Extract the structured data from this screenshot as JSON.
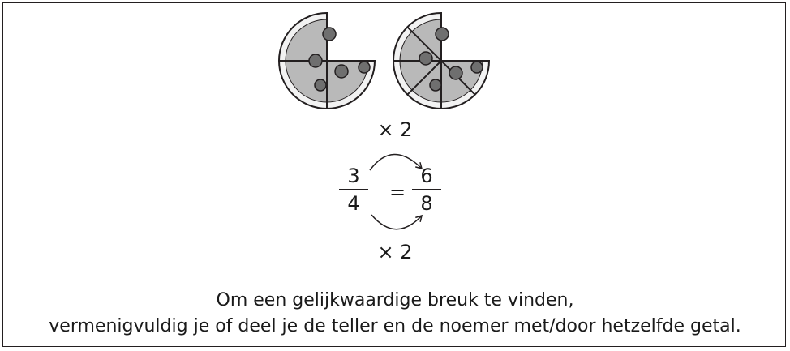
{
  "multiplier_top": "× 2",
  "multiplier_bottom": "× 2",
  "fraction_left": {
    "numerator": "3",
    "denominator": "4"
  },
  "equals_sign": "=",
  "fraction_right": {
    "numerator": "6",
    "denominator": "8"
  },
  "caption": {
    "line1": "Om een gelijkwaardige breuk te vinden,",
    "line2": "vermenigvuldig je of deel je de teller en de noemer met/door hetzelfde getal."
  },
  "colors": {
    "pizza_fill": "#b9b9b9",
    "pizza_crust": "#f2f2f2",
    "topping": "#6f6f6f",
    "line": "#231f20"
  }
}
